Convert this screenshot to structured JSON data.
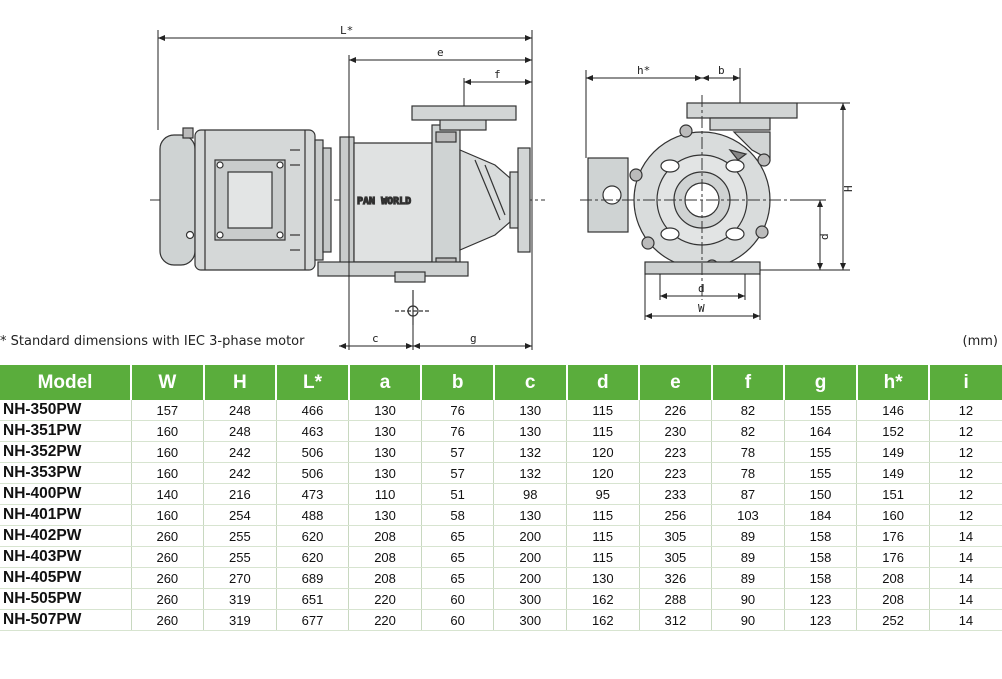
{
  "drawing": {
    "dims": {
      "L": "L*",
      "e": "e",
      "f": "f",
      "c": "c",
      "g": "g",
      "h": "h*",
      "b": "b",
      "H": "H",
      "d_side": "d",
      "d_front": "d",
      "W": "W"
    },
    "brand": "PAN WORLD"
  },
  "note": "* Standard dimensions with IEC 3-phase motor",
  "unit": "(mm)",
  "table": {
    "headers": [
      "Model",
      "W",
      "H",
      "L*",
      "a",
      "b",
      "c",
      "d",
      "e",
      "f",
      "g",
      "h*",
      "i"
    ],
    "rows": [
      [
        "NH-350PW",
        "157",
        "248",
        "466",
        "130",
        "76",
        "130",
        "115",
        "226",
        "82",
        "155",
        "146",
        "12"
      ],
      [
        "NH-351PW",
        "160",
        "248",
        "463",
        "130",
        "76",
        "130",
        "115",
        "230",
        "82",
        "164",
        "152",
        "12"
      ],
      [
        "NH-352PW",
        "160",
        "242",
        "506",
        "130",
        "57",
        "132",
        "120",
        "223",
        "78",
        "155",
        "149",
        "12"
      ],
      [
        "NH-353PW",
        "160",
        "242",
        "506",
        "130",
        "57",
        "132",
        "120",
        "223",
        "78",
        "155",
        "149",
        "12"
      ],
      [
        "NH-400PW",
        "140",
        "216",
        "473",
        "110",
        "51",
        "98",
        "95",
        "233",
        "87",
        "150",
        "151",
        "12"
      ],
      [
        "NH-401PW",
        "160",
        "254",
        "488",
        "130",
        "58",
        "130",
        "115",
        "256",
        "103",
        "184",
        "160",
        "12"
      ],
      [
        "NH-402PW",
        "260",
        "255",
        "620",
        "208",
        "65",
        "200",
        "115",
        "305",
        "89",
        "158",
        "176",
        "14"
      ],
      [
        "NH-403PW",
        "260",
        "255",
        "620",
        "208",
        "65",
        "200",
        "115",
        "305",
        "89",
        "158",
        "176",
        "14"
      ],
      [
        "NH-405PW",
        "260",
        "270",
        "689",
        "208",
        "65",
        "200",
        "130",
        "326",
        "89",
        "158",
        "208",
        "14"
      ],
      [
        "NH-505PW",
        "260",
        "319",
        "651",
        "220",
        "60",
        "300",
        "162",
        "288",
        "90",
        "123",
        "208",
        "14"
      ],
      [
        "NH-507PW",
        "260",
        "319",
        "677",
        "220",
        "60",
        "300",
        "162",
        "312",
        "90",
        "123",
        "252",
        "14"
      ]
    ]
  }
}
